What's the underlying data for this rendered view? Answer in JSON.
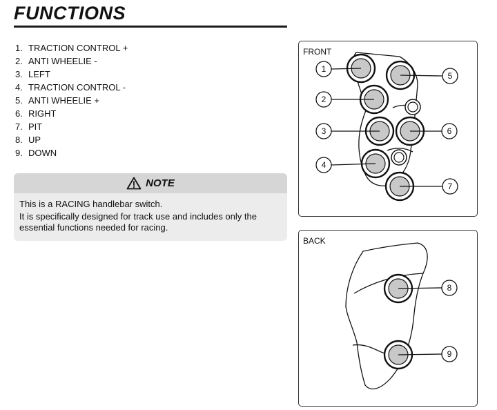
{
  "title": "FUNCTIONS",
  "functions": [
    {
      "num": "1.",
      "label": "TRACTION CONTROL +"
    },
    {
      "num": "2.",
      "label": "ANTI WHEELIE -"
    },
    {
      "num": "3.",
      "label": "LEFT"
    },
    {
      "num": "4.",
      "label": "TRACTION CONTROL -"
    },
    {
      "num": "5.",
      "label": "ANTI WHEELIE +"
    },
    {
      "num": "6.",
      "label": "RIGHT"
    },
    {
      "num": "7.",
      "label": "PIT"
    },
    {
      "num": "8.",
      "label": "UP"
    },
    {
      "num": "9.",
      "label": "DOWN"
    }
  ],
  "note": {
    "title": "NOTE",
    "icon": "warning-triangle-icon",
    "line1": "This is a RACING handlebar switch.",
    "line2": "It is specifically designed for track use and includes only the essential functions needed for racing."
  },
  "front": {
    "label": "FRONT",
    "callouts": [
      "1",
      "2",
      "3",
      "4",
      "5",
      "6",
      "7"
    ]
  },
  "back": {
    "label": "BACK",
    "callouts": [
      "8",
      "9"
    ]
  },
  "colors": {
    "button_fill": "#c8c8c8",
    "note_header": "#d6d6d6",
    "note_body": "#ececec",
    "line": "#111111"
  }
}
